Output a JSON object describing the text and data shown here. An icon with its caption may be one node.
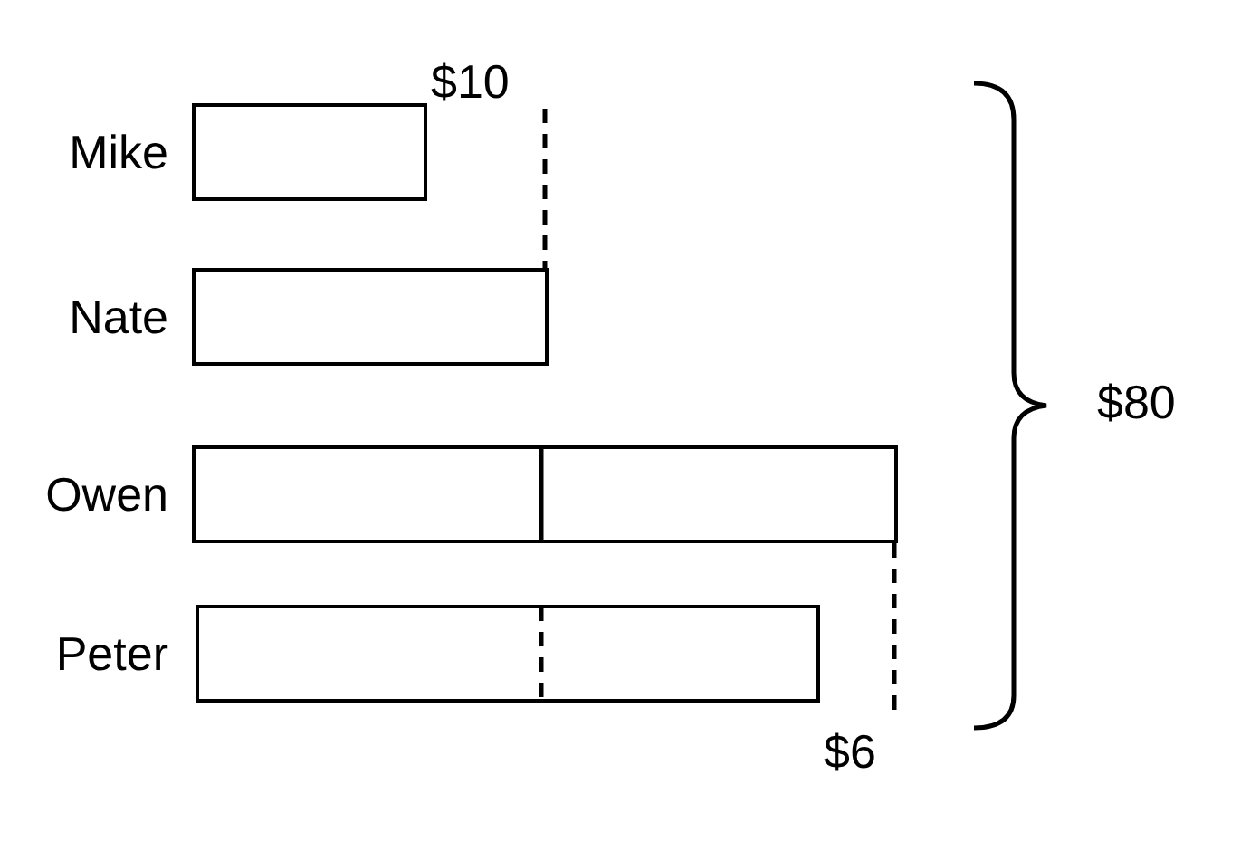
{
  "diagram": {
    "nodes": [
      {
        "text": [],
        "shape": "bar",
        "beside": [
          "Mike"
        ]
      },
      {
        "text": [],
        "shape": "bar",
        "beside": [
          "Nate"
        ]
      },
      {
        "text": [],
        "shape": "bar",
        "beside": [
          "Owen"
        ]
      },
      {
        "text": [],
        "shape": "bar",
        "beside": [
          "Peter"
        ]
      }
    ],
    "labels": [
      "$10",
      "$80",
      "$6"
    ]
  }
}
